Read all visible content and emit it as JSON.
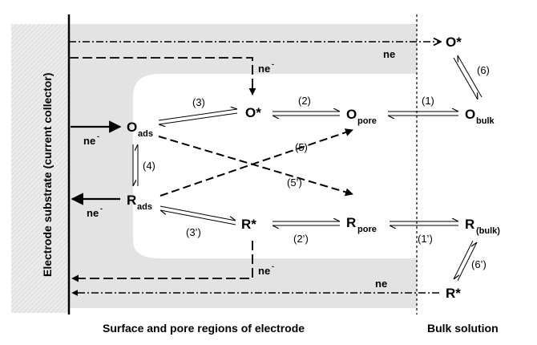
{
  "labels": {
    "substrate": "Electrode substrate (current collector)",
    "region_surface": "Surface and pore regions of electrode",
    "region_bulk": "Bulk solution",
    "ne": "ne",
    "ne_minus": "ne",
    "minus": "-",
    "star": "*"
  },
  "species": {
    "O_ads_main": "O",
    "O_ads_sub": "ads",
    "R_ads_main": "R",
    "R_ads_sub": "ads",
    "O_star": "O*",
    "R_star": "R*",
    "O_pore_main": "O",
    "O_pore_sub": "pore",
    "R_pore_main": "R",
    "R_pore_sub": "pore",
    "O_bulk_main": "O",
    "O_bulk_sub": "bulk",
    "R_bulk_main": "R",
    "R_bulk_sub": "(bulk)",
    "O_star_bulk": "O*",
    "R_star_bulk": "R*"
  },
  "steps": {
    "s1": "(1)",
    "s1p": "(1’)",
    "s2": "(2)",
    "s2p": "(2’)",
    "s3": "(3)",
    "s3p": "(3’)",
    "s4": "(4)",
    "s5": "(5)",
    "s5p": "(5’)",
    "s6": "(6)",
    "s6p": "(6’)"
  }
}
